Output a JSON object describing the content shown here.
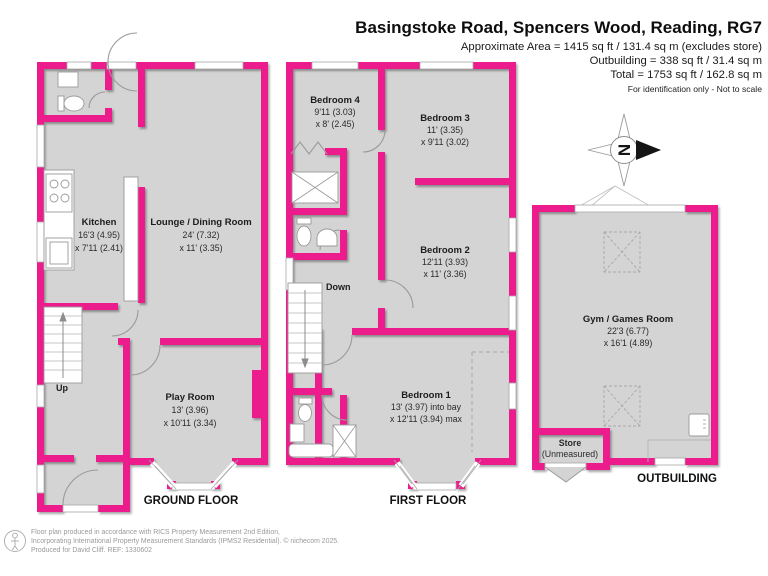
{
  "header": {
    "title": "Basingstoke Road, Spencers Wood, Reading, RG7",
    "area1": "Approximate Area = 1415 sq ft / 131.4 sq m (excludes store)",
    "area2": "Outbuilding = 338 sq ft / 31.4 sq m",
    "area3": "Total = 1753 sq ft / 162.8 sq m",
    "note": "For identification only - Not to scale"
  },
  "compass": {
    "north": "N"
  },
  "floors": {
    "ground": {
      "label": "GROUND FLOOR",
      "stairs": "Up",
      "rooms": {
        "kitchen": {
          "name": "Kitchen",
          "dim1": "16'3 (4.95)",
          "dim2": "x 7'11 (2.41)"
        },
        "lounge": {
          "name": "Lounge / Dining Room",
          "dim1": "24' (7.32)",
          "dim2": "x 11' (3.35)"
        },
        "playroom": {
          "name": "Play Room",
          "dim1": "13' (3.96)",
          "dim2": "x 10'11 (3.34)"
        }
      }
    },
    "first": {
      "label": "FIRST FLOOR",
      "stairs": "Down",
      "rooms": {
        "bedroom4": {
          "name": "Bedroom 4",
          "dim1": "9'11 (3.03)",
          "dim2": "x 8' (2.45)"
        },
        "bedroom3": {
          "name": "Bedroom 3",
          "dim1": "11' (3.35)",
          "dim2": "x 9'11 (3.02)"
        },
        "bedroom2": {
          "name": "Bedroom 2",
          "dim1": "12'11 (3.93)",
          "dim2": "x 11' (3.36)"
        },
        "bedroom1": {
          "name": "Bedroom 1",
          "dim1": "13' (3.97) into bay",
          "dim2": "x 12'11 (3.94) max"
        }
      }
    },
    "outbuilding": {
      "label": "OUTBUILDING",
      "rooms": {
        "gym": {
          "name": "Gym / Games Room",
          "dim1": "22'3 (6.77)",
          "dim2": "x 16'1 (4.89)"
        },
        "store": {
          "name1": "Store",
          "name2": "(Unmeasured)"
        }
      }
    }
  },
  "footer": {
    "line1": "Floor plan produced in accordance with RICS Property Measurement 2nd Edition,",
    "line2": "Incorporating International Property Measurement Standards (IPMS2 Residential).   © nichecom 2025.",
    "line3": "Produced for David Cliff.   REF:  1330602"
  },
  "colors": {
    "wall": "#ec1a8c",
    "floor": "#d4d4d4"
  }
}
